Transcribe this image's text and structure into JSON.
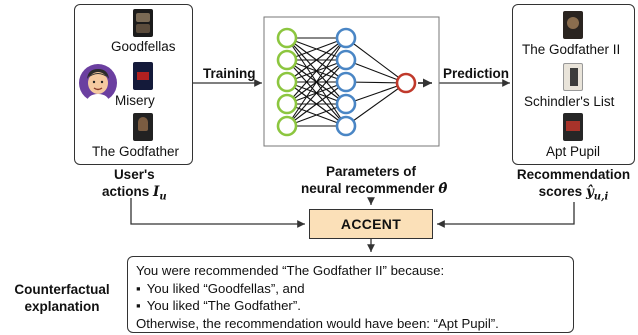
{
  "user_box": {
    "items": [
      "Goodfellas",
      "Misery",
      "The Godfather"
    ]
  },
  "user_actions_label": {
    "line1": "User's",
    "line2": "actions",
    "symbol": "I",
    "subscript": "u"
  },
  "training_label": "Training",
  "prediction_label": "Prediction",
  "params_label": {
    "line1": "Parameters of",
    "line2": "neural recommender",
    "symbol": "θ̂"
  },
  "rec_box": {
    "items": [
      "The Godfather II",
      "Schindler's List",
      "Apt Pupil"
    ]
  },
  "rec_scores_label": {
    "line1": "Recommendation",
    "line2": "scores",
    "symbol": "ŷ",
    "subscript": "u,i"
  },
  "accent_label": "ACCENT",
  "counterfactual_label": {
    "line1": "Counterfactual",
    "line2": "explanation"
  },
  "explanation": {
    "line1": "You were recommended “The Godfather II” because:",
    "bullet1": "You liked “Goodfellas”, and",
    "bullet2": "You liked “The Godfather”.",
    "line4": "Otherwise, the recommendation would have been: “Apt Pupil”."
  },
  "colors": {
    "input_node": "#8cc63f",
    "hidden_node": "#4a86c5",
    "output_node": "#c0392b",
    "accent_fill": "#fbe0b8",
    "avatar_bg": "#6b3fa0"
  }
}
